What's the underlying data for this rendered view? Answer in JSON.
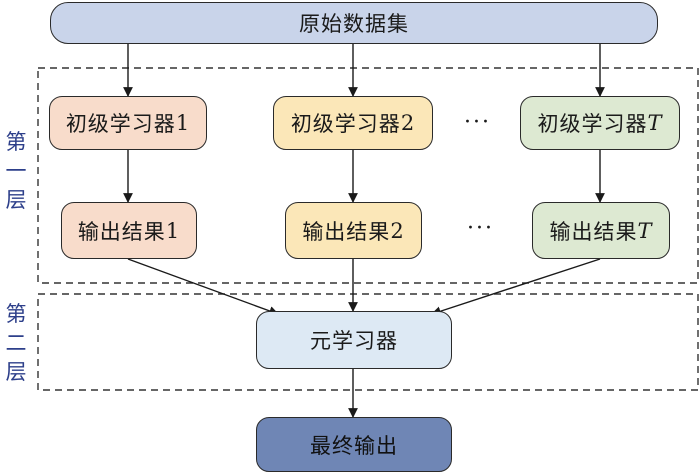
{
  "top": {
    "label": "原始数据集"
  },
  "layer1": {
    "label_chars": [
      "第",
      "一",
      "层"
    ],
    "learners": [
      {
        "prefix": "初级学习器",
        "suffix": "1",
        "italic": false
      },
      {
        "prefix": "初级学习器",
        "suffix": "2",
        "italic": false
      },
      {
        "prefix": "初级学习器",
        "suffix": "T",
        "italic": true
      }
    ],
    "results": [
      {
        "prefix": "输出结果",
        "suffix": "1",
        "italic": false
      },
      {
        "prefix": "输出结果",
        "suffix": "2",
        "italic": false
      },
      {
        "prefix": "输出结果",
        "suffix": "T",
        "italic": true
      }
    ],
    "ellipsis": "···"
  },
  "layer2": {
    "label_chars": [
      "第",
      "二",
      "层"
    ],
    "meta": {
      "label": "元学习器"
    }
  },
  "final": {
    "label": "最终输出"
  },
  "colors": {
    "top": "#c9d4ea",
    "orange": "#f8dccb",
    "yellow": "#fbe7b8",
    "green": "#dde9d2",
    "meta": "#dde9f4",
    "final": "#6f86b5",
    "layer_label": "#2d3f8a"
  }
}
